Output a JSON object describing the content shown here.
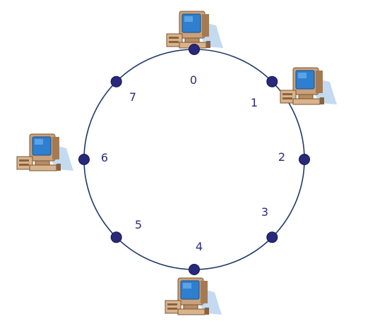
{
  "diagram": {
    "type": "ring",
    "node_labels": [
      "0",
      "1",
      "2",
      "3",
      "4",
      "5",
      "6",
      "7"
    ],
    "computers_at_nodes": [
      "0",
      "1",
      "4",
      "6"
    ],
    "colors": {
      "ring": "#1f3a68",
      "node_fill": "#28297a",
      "node_stroke": "#15164d",
      "label": "#2b2d7a",
      "computer_case": "#c9a27a",
      "computer_screen": "#2f7fd0",
      "computer_shadow": "#bcd6ee"
    },
    "icon": "desktop-computer-icon"
  }
}
